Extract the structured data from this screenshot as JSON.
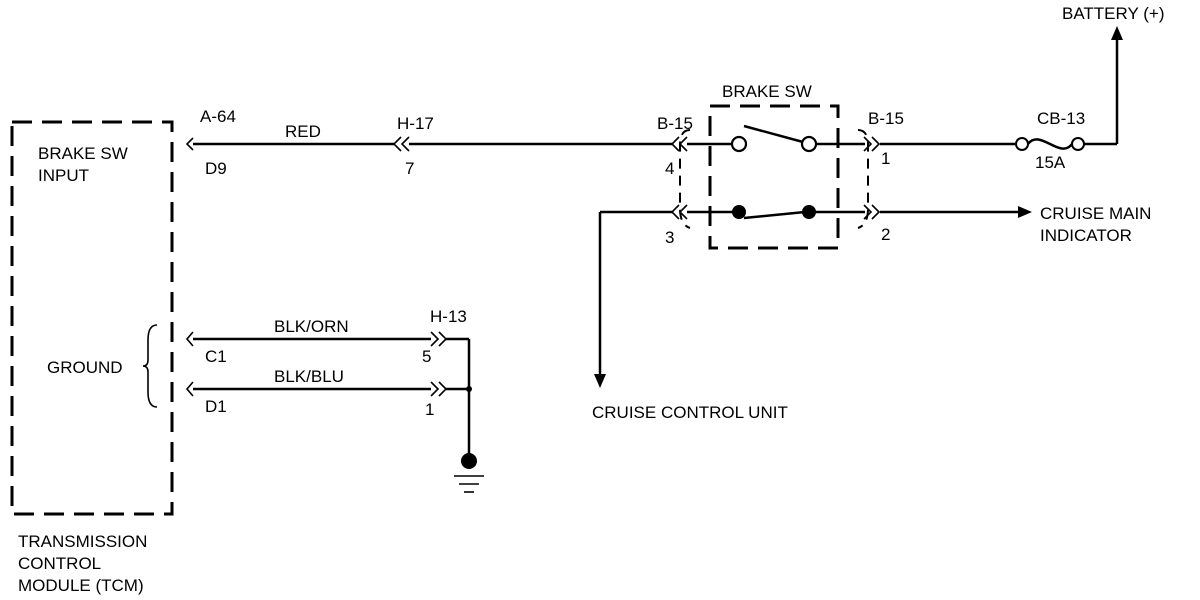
{
  "battery": "BATTERY (+)",
  "tcm": {
    "input_line1": "BRAKE SW",
    "input_line2": "INPUT",
    "ground": "GROUND",
    "title_line1": "TRANSMISSION",
    "title_line2": "CONTROL",
    "title_line3": "MODULE (TCM)"
  },
  "connectors": {
    "a64": "A-64",
    "d9": "D9",
    "h17": "H-17",
    "h17_pin": "7",
    "b15_left": "B-15",
    "b15_left_pin_top": "4",
    "b15_left_pin_bottom": "3",
    "b15_right": "B-15",
    "b15_right_pin_top": "1",
    "b15_right_pin_bottom": "2",
    "cb13": "CB-13",
    "fuse_rating": "15A",
    "h13": "H-13",
    "h13_pin_top": "5",
    "h13_pin_bottom": "1",
    "c1": "C1",
    "d1": "D1"
  },
  "wires": {
    "red": "RED",
    "blk_orn": "BLK/ORN",
    "blk_blu": "BLK/BLU"
  },
  "brake_switch": "BRAKE SW",
  "cruise_main_line1": "CRUISE MAIN",
  "cruise_main_line2": "INDICATOR",
  "cruise_control_unit": "CRUISE CONTROL UNIT"
}
